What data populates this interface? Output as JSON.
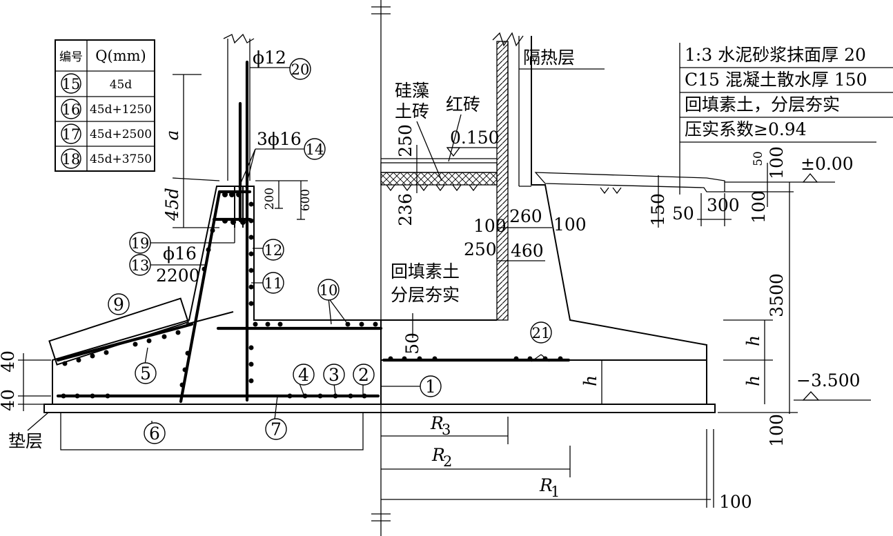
{
  "table": {
    "headers": [
      "编号",
      "Q(mm)"
    ],
    "rows": [
      {
        "id": "15",
        "q": "45d"
      },
      {
        "id": "16",
        "q": "45d+1250"
      },
      {
        "id": "17",
        "q": "45d+2500"
      },
      {
        "id": "18",
        "q": "45d+3750"
      }
    ]
  },
  "notes": [
    "1:3 水泥砂浆抹面厚 20",
    "C15 混凝土散水厚 150",
    "回填素土，分层夯实",
    "压实系数≥0.94"
  ],
  "labels": {
    "insulation": "隔热层",
    "diatomite_1": "硅藻",
    "diatomite_2": "土砖",
    "red_brick": "红砖",
    "elev_top": "0.150",
    "elev_zero": "±0.00",
    "elev_bottom": "−3.500",
    "backfill_1": "回填素土",
    "backfill_2": "分层夯实",
    "cushion": "垫层",
    "bar_phi12": "ϕ12",
    "bar_3phi16": "3ϕ16",
    "bar_phi16": "ϕ16",
    "len_2200": "2200"
  },
  "callouts": [
    "1",
    "2",
    "3",
    "4",
    "5",
    "6",
    "7",
    "9",
    "10",
    "11",
    "12",
    "13",
    "14",
    "19",
    "20",
    "21"
  ],
  "dims": {
    "a": "a",
    "d45": "45d",
    "d200": "200",
    "d600": "600",
    "d250a": "250",
    "d236": "236",
    "d100a": "100",
    "d260": "260",
    "d100b": "100",
    "d250b": "250",
    "d460": "460",
    "d50a": "50",
    "d40a": "40",
    "d40b": "40",
    "h1": "h",
    "h2": "h",
    "h3": "h",
    "d3500": "3500",
    "d100c": "100",
    "d100d": "100",
    "d150": "150",
    "d50b": "50",
    "d300": "300",
    "d100e": "100",
    "d50c": "50",
    "d100f": "100",
    "r3": "R",
    "r3sub": "3",
    "r2": "R",
    "r2sub": "2",
    "r1": "R",
    "r1sub": "1"
  }
}
